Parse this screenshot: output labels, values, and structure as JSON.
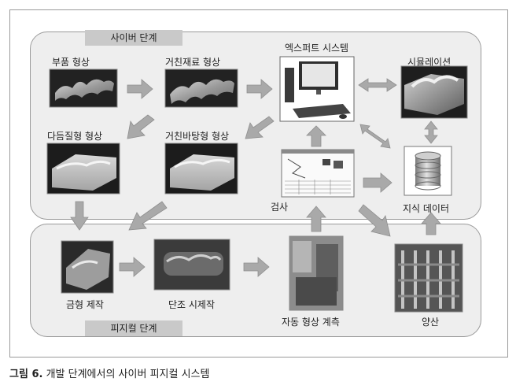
{
  "groups": {
    "cyber": "사이버 단계",
    "physical": "피지컬 단계"
  },
  "nodes": {
    "part_shape": "부품 형상",
    "rough_material_shape": "거친재료 형상",
    "expert_system": "엑스퍼트 시스템",
    "simulation": "시뮬레이션",
    "finished_shape": "다듬질형 형상",
    "rough_forging_shape": "거친바탕형 형상",
    "inspection": "검사",
    "knowledge_data": "지식 데이터",
    "die_manufacturing": "금형 제작",
    "forging_trial": "단조 시제작",
    "auto_shape_measurement": "자동 형상 계측",
    "mass_production": "양산"
  },
  "caption": {
    "number": "그림 6.",
    "text": " 개발 단계에서의 사이버 피지컬 시스템"
  }
}
